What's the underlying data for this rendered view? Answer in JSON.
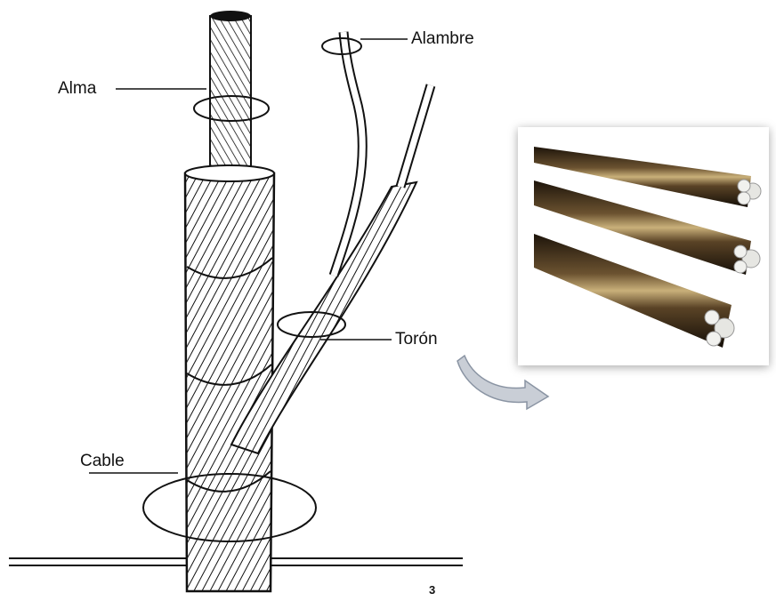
{
  "labels": {
    "alambre": "Alambre",
    "alma": "Alma",
    "toron": "Torón",
    "cable": "Cable",
    "footnote": "3"
  },
  "colors": {
    "ink": "#111111",
    "strand_dark": "#3a2a12",
    "strand_light": "#c9b07a",
    "arrow_fill": "#c9ced6",
    "arrow_stroke": "#8a94a3"
  },
  "photo": {
    "strand_count": 3,
    "icon": "steel-strand-photo"
  }
}
